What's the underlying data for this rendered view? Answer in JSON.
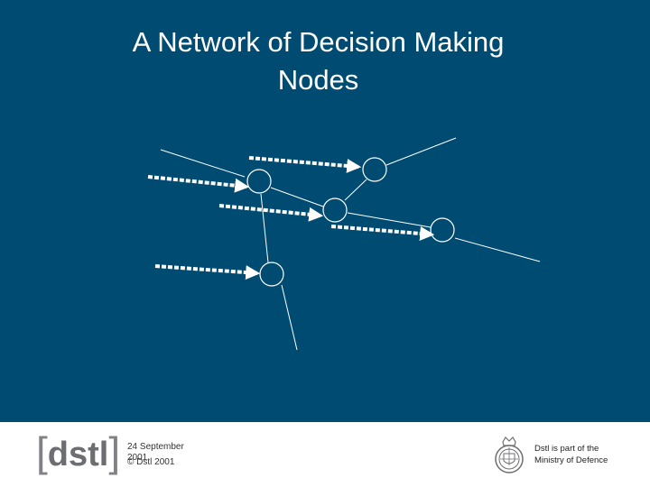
{
  "slide": {
    "title_lines": [
      "A Network of Decision Making",
      "Nodes"
    ],
    "background_color": "#004b72",
    "line_color": "#ffffff"
  },
  "diagram": {
    "nodes": [
      {
        "id": "node-a"
      },
      {
        "id": "node-b"
      },
      {
        "id": "node-c"
      },
      {
        "id": "node-d"
      },
      {
        "id": "node-e"
      }
    ],
    "input_arrows": [
      {
        "to": "node-a"
      },
      {
        "to": "node-b"
      },
      {
        "to": "node-c"
      },
      {
        "to": "node-d"
      },
      {
        "to": "node-e"
      }
    ],
    "connections": [
      {
        "from": "node-a",
        "to": "node-c"
      },
      {
        "from": "node-a",
        "to": "node-e"
      },
      {
        "from": "node-b",
        "to": "node-c"
      },
      {
        "from": "node-c",
        "to": "node-d"
      }
    ]
  },
  "footer": {
    "logo_text": "dstl",
    "date": "24 September 2001",
    "copyright": "© Dstl 2001",
    "mod_lines": [
      "Dstl is part of the",
      "Ministry of Defence"
    ],
    "crest_icon": "mod-crest-icon"
  }
}
